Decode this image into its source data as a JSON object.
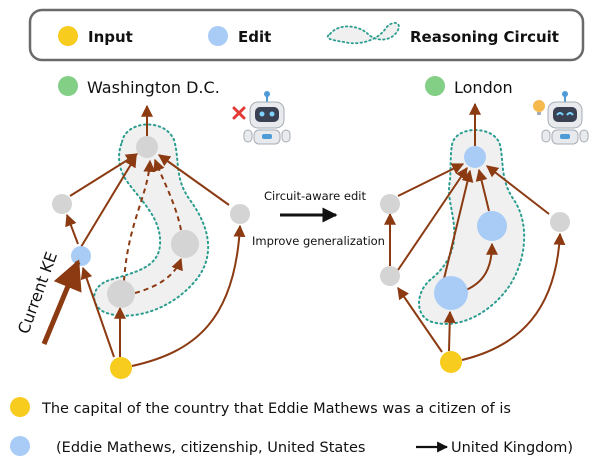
{
  "legend": {
    "input_label": "Input",
    "edit_label": "Edit",
    "circuit_label": "Reasoning Circuit"
  },
  "left_panel": {
    "answer": "Washington D.C.",
    "side_label": "Current KE"
  },
  "middle": {
    "edit_label": "Circuit-aware edit",
    "benefit_label": "Improve generalization"
  },
  "right_panel": {
    "answer": "London"
  },
  "bottom": {
    "input_text": "The capital of the country that Eddie Mathews was a citizen of is",
    "edit_text": "(Eddie Mathews, citizenship, United States",
    "edit_target": "United Kingdom)"
  },
  "colors": {
    "input": "#f7cc1e",
    "edit": "#a9ccf6",
    "answer_dot": "#83cf86",
    "node": "#d4d4d4",
    "edge": "#8b3a12",
    "circuit_border": "#2a9d8f",
    "circuit_fill": "#f0f0f0"
  },
  "icons": [
    "robot-confused-icon",
    "robot-idea-icon",
    "arrow-right-icon"
  ]
}
